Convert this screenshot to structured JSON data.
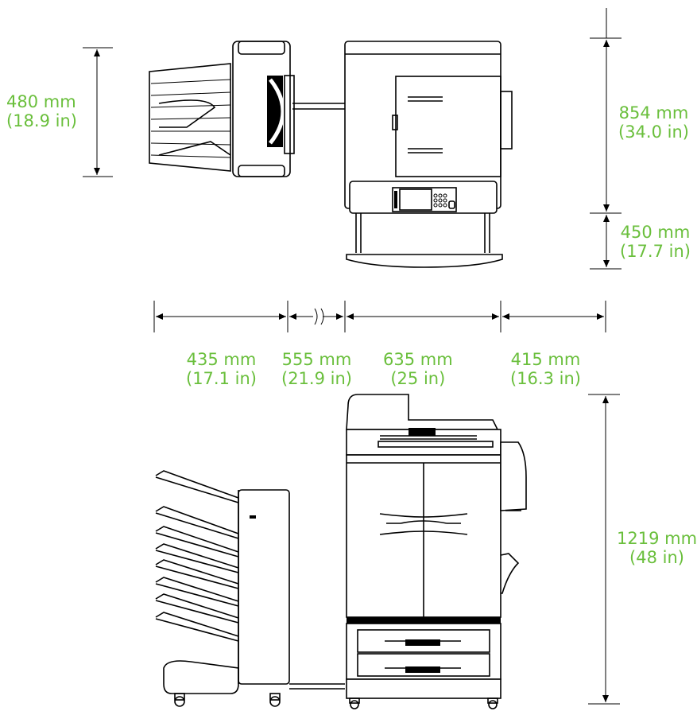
{
  "figure": {
    "labels": {
      "top_width_mm": "480 mm",
      "top_width_in": "(18.9 in)",
      "top_depth_mm": "854 mm",
      "top_depth_in": "(34.0 in)",
      "door_clear_mm": "450 mm",
      "door_clear_in": "(17.7 in)",
      "w1_mm": "435 mm",
      "w1_in": "(17.1 in)",
      "w2_mm": "555 mm",
      "w2_in": "(21.9 in)",
      "w3_mm": "635 mm",
      "w3_in": "(25 in)",
      "w4_mm": "415 mm",
      "w4_in": "(16.3 in)",
      "height_mm": "1219 mm",
      "height_in": "(48 in)"
    },
    "colors": {
      "label": "#6abf3c",
      "line": "#000000"
    }
  }
}
